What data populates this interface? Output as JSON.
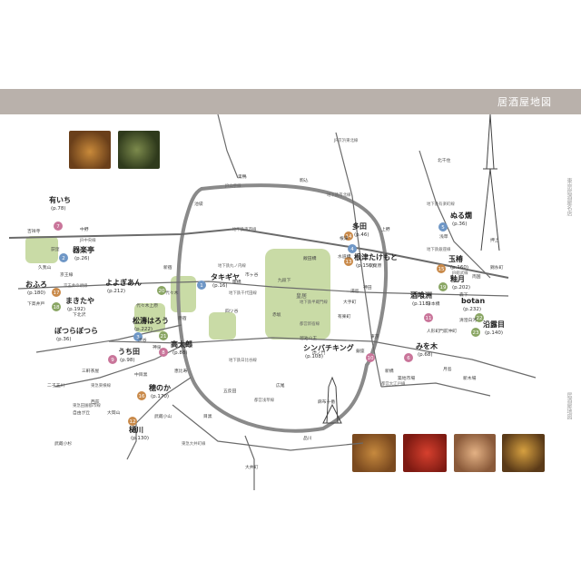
{
  "header": {
    "title": "居酒屋地図"
  },
  "side_labels": {
    "upper": "東京居酒屋名店",
    "lower": "居酒屋地図"
  },
  "colors": {
    "band": "#b9b1ab",
    "pin_blue": "#6f97c6",
    "pin_orange": "#c98a4a",
    "pin_pink": "#c9759a",
    "pin_green": "#8aa664",
    "park": "#c9dba6",
    "rail": "#6b6b6b",
    "water": "#d8e6ee"
  },
  "shops": [
    {
      "no": "1",
      "name": "タキギヤ",
      "page": "(p.16)",
      "color": "pin_blue"
    },
    {
      "no": "2",
      "name": "器楽亭",
      "page": "(p.26)",
      "color": "pin_blue"
    },
    {
      "no": "3",
      "name": "ぼつらぼつら",
      "page": "(p.36)",
      "color": "pin_blue"
    },
    {
      "no": "4",
      "name": "多田",
      "page": "(p.46)",
      "color": "pin_blue"
    },
    {
      "no": "5",
      "name": "ぬる燗",
      "page": "(p.36)",
      "color": "pin_blue"
    },
    {
      "no": "6",
      "name": "みを木",
      "page": "(p.68)",
      "color": "pin_pink"
    },
    {
      "no": "7",
      "name": "有いち",
      "page": "(p.78)",
      "color": "pin_pink"
    },
    {
      "no": "8",
      "name": "高太郎",
      "page": "(p.88)",
      "color": "pin_pink"
    },
    {
      "no": "9",
      "name": "うち田",
      "page": "(p.98)",
      "color": "pin_pink"
    },
    {
      "no": "10",
      "name": "シンバチキング",
      "page": "(p.108)",
      "color": "pin_pink"
    },
    {
      "no": "11",
      "name": "酒喰洲",
      "page": "(p.118)",
      "color": "pin_pink"
    },
    {
      "no": "12",
      "name": "樋川",
      "page": "(p.130)",
      "color": "pin_orange"
    },
    {
      "no": "13",
      "name": "根津たけもと",
      "page": "(p.150)",
      "color": "pin_orange"
    },
    {
      "no": "14",
      "name": "",
      "page": "",
      "color": "pin_orange"
    },
    {
      "no": "15",
      "name": "玉椿",
      "page": "(p.160)",
      "color": "pin_orange"
    },
    {
      "no": "16",
      "name": "穂のか",
      "page": "(p.170)",
      "color": "pin_orange"
    },
    {
      "no": "17",
      "name": "おふろ",
      "page": "(p.180)",
      "color": "pin_orange"
    },
    {
      "no": "18",
      "name": "まきたや",
      "page": "(p.192)",
      "color": "pin_green"
    },
    {
      "no": "19",
      "name": "釉月",
      "page": "(p.202)",
      "color": "pin_green"
    },
    {
      "no": "20",
      "name": "よよぎあん",
      "page": "(p.212)",
      "color": "pin_green"
    },
    {
      "no": "21",
      "name": "松濤はろう",
      "page": "(p.222)",
      "color": "pin_green"
    },
    {
      "no": "22",
      "name": "botan",
      "page": "(p.232)",
      "color": "pin_green"
    },
    {
      "no": "23",
      "name": "沿露目",
      "page": "(p.140)",
      "color": "pin_green"
    }
  ],
  "stations": [
    "北千住",
    "吉祥寺",
    "中野",
    "荻窪",
    "久我山",
    "京王線",
    "下高井戸",
    "下北沢",
    "三軒茶屋",
    "二子玉川",
    "西荻",
    "自由が丘",
    "大岡山",
    "武蔵小山",
    "武蔵小杉",
    "中目黒",
    "恵比寿",
    "目黒",
    "五反田",
    "渋谷",
    "神泉",
    "表参道",
    "原宿",
    "代々木",
    "代々木上原",
    "新宿",
    "池袋",
    "巣鴨",
    "駒込",
    "上野",
    "浅草",
    "押上",
    "錦糸町",
    "両国",
    "森下",
    "門前仲町",
    "清澄白河",
    "人形町",
    "日本橋",
    "銀座",
    "新橋",
    "東京",
    "有楽町",
    "大手町",
    "神田",
    "秋葉原",
    "飯田橋",
    "四ツ谷",
    "市ヶ谷",
    "水道橋",
    "根津",
    "湯島",
    "溜池山王",
    "虎ノ門",
    "月島",
    "品川",
    "大井町",
    "広尾",
    "麻布十番",
    "赤坂",
    "九段下",
    "曙橋",
    "築地市場",
    "新木場"
  ],
  "line_labels": [
    "JR山手線",
    "JR中央線",
    "JR総武線",
    "JR京浜東北線",
    "地下鉄東西線",
    "地下鉄銀座線",
    "地下鉄丸ノ内線",
    "地下鉄半蔵門線",
    "地下鉄千代田線",
    "地下鉄日比谷線",
    "都営浅草線",
    "都営大江戸線",
    "東急東横線",
    "東急田園都市線",
    "東急大井町線",
    "京王井の頭線",
    "地下鉄南北線",
    "地下鉄有楽町線",
    "都営新宿線"
  ],
  "landmarks": {
    "palace": "皇居"
  }
}
